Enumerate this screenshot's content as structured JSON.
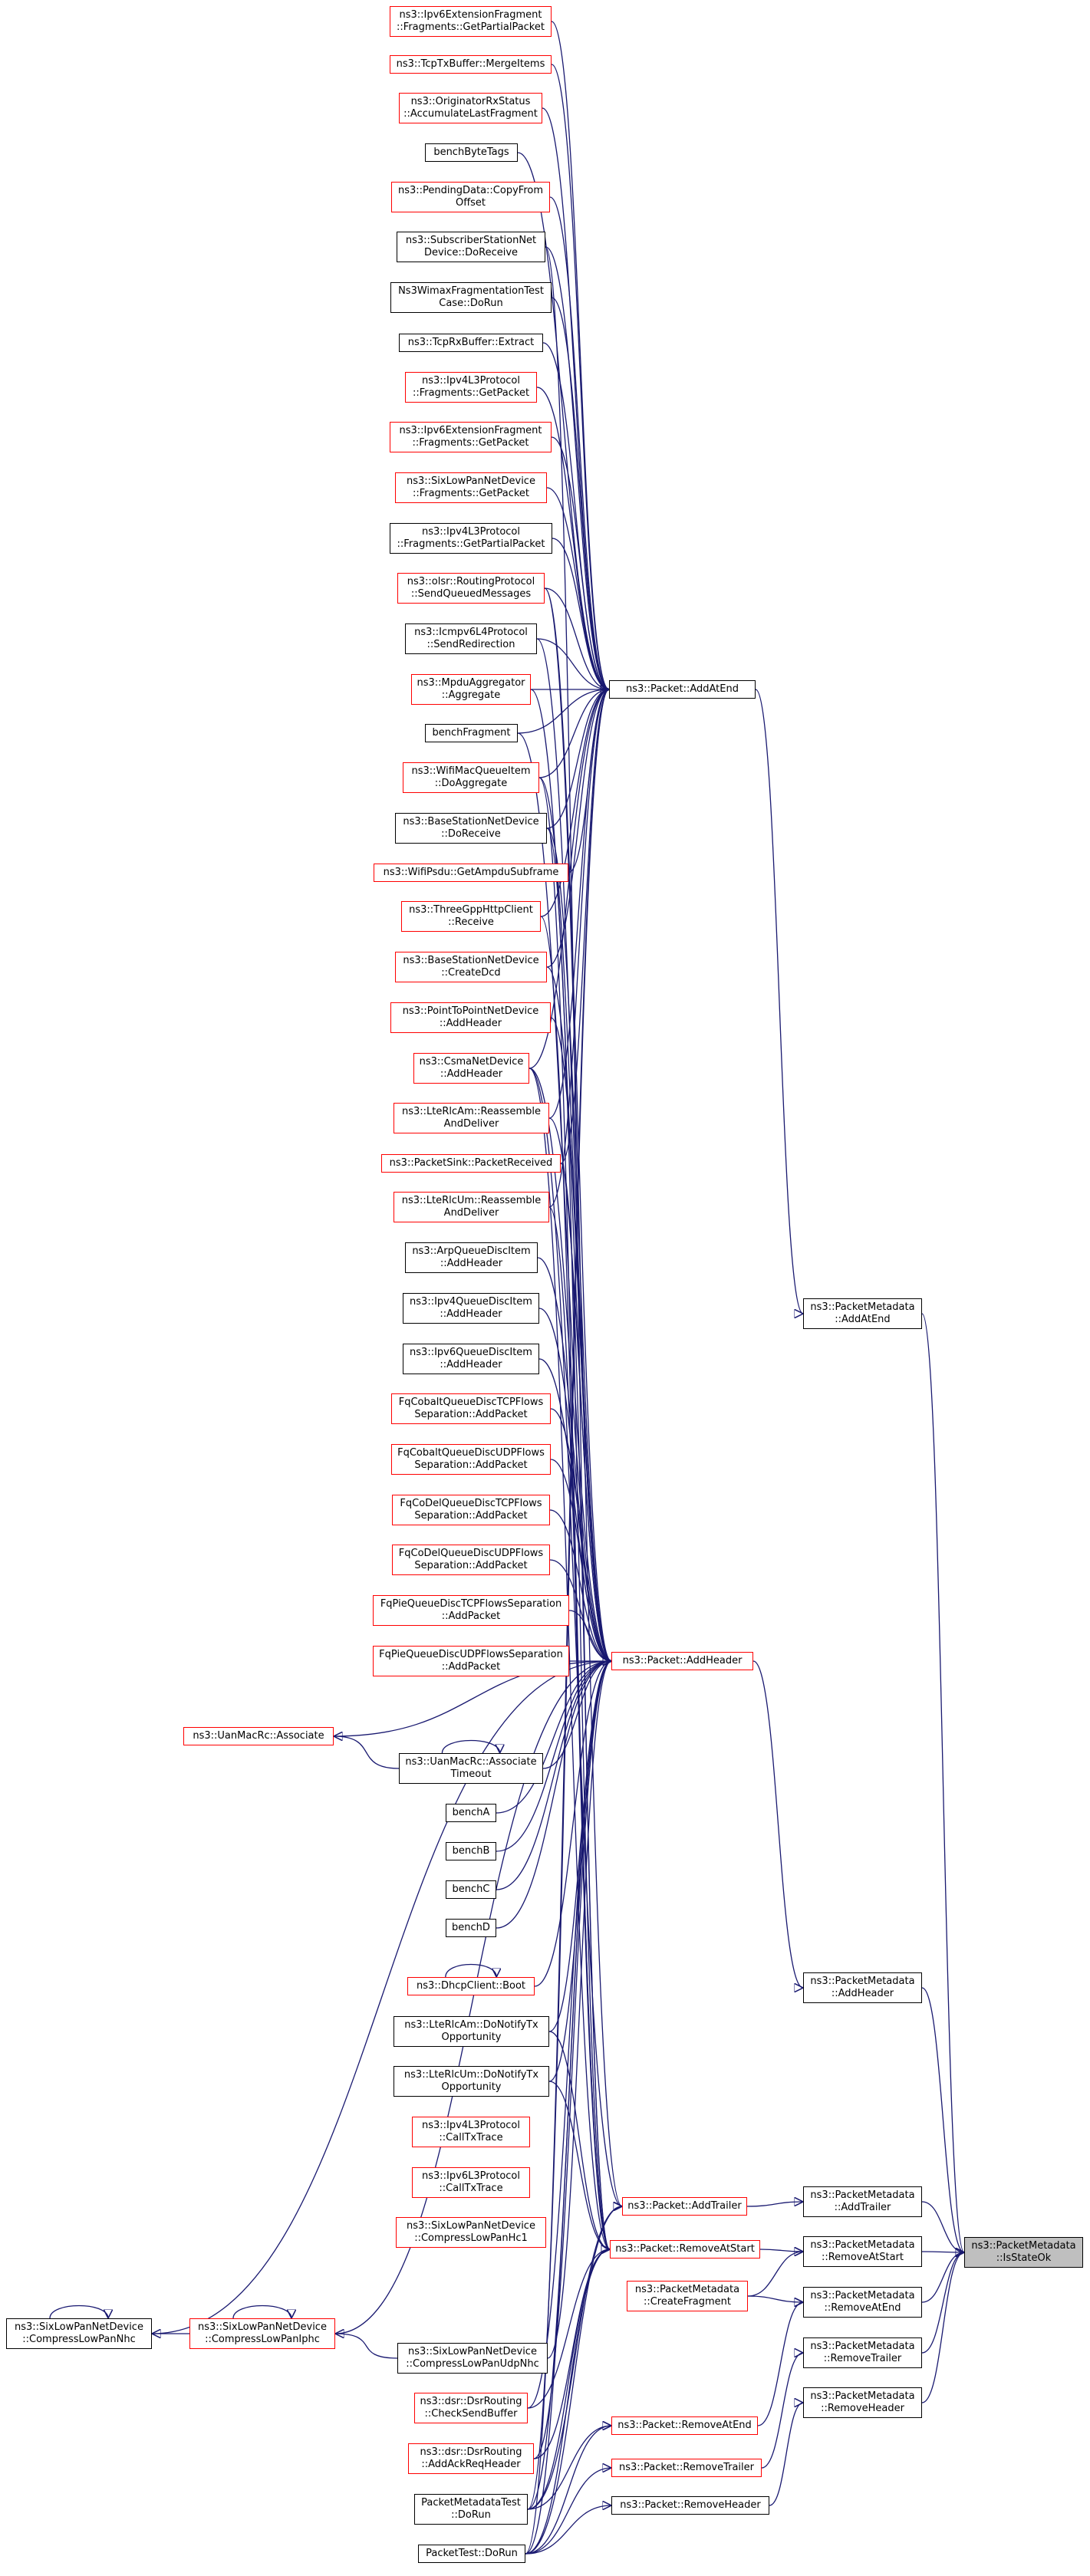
{
  "nodes": [
    {
      "id": "n0",
      "label": "ns3::Ipv6ExtensionFragment\n::Fragments::GetPartialPacket",
      "border": "red"
    },
    {
      "id": "n1",
      "label": "ns3::TcpTxBuffer::MergeItems",
      "border": "red"
    },
    {
      "id": "n2",
      "label": "ns3::OriginatorRxStatus\n::AccumulateLastFragment",
      "border": "red"
    },
    {
      "id": "n3",
      "label": "benchByteTags",
      "border": "black"
    },
    {
      "id": "n4",
      "label": "ns3::PendingData::CopyFrom\nOffset",
      "border": "red"
    },
    {
      "id": "n5",
      "label": "ns3::SubscriberStationNet\nDevice::DoReceive",
      "border": "black"
    },
    {
      "id": "n6",
      "label": "Ns3WimaxFragmentationTest\nCase::DoRun",
      "border": "black"
    },
    {
      "id": "n7",
      "label": "ns3::TcpRxBuffer::Extract",
      "border": "black"
    },
    {
      "id": "n8",
      "label": "ns3::Ipv4L3Protocol\n::Fragments::GetPacket",
      "border": "red"
    },
    {
      "id": "n9",
      "label": "ns3::Ipv6ExtensionFragment\n::Fragments::GetPacket",
      "border": "red"
    },
    {
      "id": "n10",
      "label": "ns3::SixLowPanNetDevice\n::Fragments::GetPacket",
      "border": "red"
    },
    {
      "id": "n11",
      "label": "ns3::Ipv4L3Protocol\n::Fragments::GetPartialPacket",
      "border": "black"
    },
    {
      "id": "n12",
      "label": "ns3::olsr::RoutingProtocol\n::SendQueuedMessages",
      "border": "red"
    },
    {
      "id": "n13",
      "label": "ns3::Icmpv6L4Protocol\n::SendRedirection",
      "border": "black"
    },
    {
      "id": "n14",
      "label": "ns3::MpduAggregator\n::Aggregate",
      "border": "red"
    },
    {
      "id": "n15",
      "label": "benchFragment",
      "border": "black"
    },
    {
      "id": "n16",
      "label": "ns3::WifiMacQueueItem\n::DoAggregate",
      "border": "red"
    },
    {
      "id": "n17",
      "label": "ns3::BaseStationNetDevice\n::DoReceive",
      "border": "black"
    },
    {
      "id": "n18",
      "label": "ns3::WifiPsdu::GetAmpduSubframe",
      "border": "red"
    },
    {
      "id": "n19",
      "label": "ns3::ThreeGppHttpClient\n::Receive",
      "border": "red"
    },
    {
      "id": "n20",
      "label": "ns3::BaseStationNetDevice\n::CreateDcd",
      "border": "red"
    },
    {
      "id": "n21",
      "label": "ns3::PointToPointNetDevice\n::AddHeader",
      "border": "red"
    },
    {
      "id": "n22",
      "label": "ns3::CsmaNetDevice\n::AddHeader",
      "border": "red"
    },
    {
      "id": "n23",
      "label": "ns3::LteRlcAm::Reassemble\nAndDeliver",
      "border": "red"
    },
    {
      "id": "n24",
      "label": "ns3::PacketSink::PacketReceived",
      "border": "red"
    },
    {
      "id": "n25",
      "label": "ns3::LteRlcUm::Reassemble\nAndDeliver",
      "border": "red"
    },
    {
      "id": "n26",
      "label": "ns3::ArpQueueDiscItem\n::AddHeader",
      "border": "black"
    },
    {
      "id": "n27",
      "label": "ns3::Ipv4QueueDiscItem\n::AddHeader",
      "border": "black"
    },
    {
      "id": "n28",
      "label": "ns3::Ipv6QueueDiscItem\n::AddHeader",
      "border": "black"
    },
    {
      "id": "n29",
      "label": "FqCobaltQueueDiscTCPFlows\nSeparation::AddPacket",
      "border": "red"
    },
    {
      "id": "n30",
      "label": "FqCobaltQueueDiscUDPFlows\nSeparation::AddPacket",
      "border": "red"
    },
    {
      "id": "n31",
      "label": "FqCoDelQueueDiscTCPFlows\nSeparation::AddPacket",
      "border": "red"
    },
    {
      "id": "n32",
      "label": "FqCoDelQueueDiscUDPFlows\nSeparation::AddPacket",
      "border": "red"
    },
    {
      "id": "n33",
      "label": "FqPieQueueDiscTCPFlowsSeparation\n::AddPacket",
      "border": "red"
    },
    {
      "id": "n34",
      "label": "FqPieQueueDiscUDPFlowsSeparation\n::AddPacket",
      "border": "red"
    },
    {
      "id": "n35",
      "label": "ns3::UanMacRc::Associate",
      "border": "red"
    },
    {
      "id": "n36",
      "label": "ns3::UanMacRc::Associate\nTimeout",
      "border": "black"
    },
    {
      "id": "n37",
      "label": "benchA",
      "border": "black"
    },
    {
      "id": "n38",
      "label": "benchB",
      "border": "black"
    },
    {
      "id": "n39",
      "label": "benchC",
      "border": "black"
    },
    {
      "id": "n40",
      "label": "benchD",
      "border": "black"
    },
    {
      "id": "n41",
      "label": "ns3::DhcpClient::Boot",
      "border": "red"
    },
    {
      "id": "n42",
      "label": "ns3::LteRlcAm::DoNotifyTx\nOpportunity",
      "border": "black"
    },
    {
      "id": "n43",
      "label": "ns3::LteRlcUm::DoNotifyTx\nOpportunity",
      "border": "black"
    },
    {
      "id": "n44",
      "label": "ns3::Ipv4L3Protocol\n::CallTxTrace",
      "border": "red"
    },
    {
      "id": "n45",
      "label": "ns3::Ipv6L3Protocol\n::CallTxTrace",
      "border": "red"
    },
    {
      "id": "n46",
      "label": "ns3::SixLowPanNetDevice\n::CompressLowPanHc1",
      "border": "red"
    },
    {
      "id": "n47",
      "label": "ns3::SixLowPanNetDevice\n::CompressLowPanNhc",
      "border": "black"
    },
    {
      "id": "n48",
      "label": "ns3::SixLowPanNetDevice\n::CompressLowPanIphc",
      "border": "red"
    },
    {
      "id": "n49",
      "label": "ns3::SixLowPanNetDevice\n::CompressLowPanUdpNhc",
      "border": "black"
    },
    {
      "id": "n50",
      "label": "ns3::dsr::DsrRouting\n::CheckSendBuffer",
      "border": "red"
    },
    {
      "id": "n51",
      "label": "ns3::dsr::DsrRouting\n::AddAckReqHeader",
      "border": "red"
    },
    {
      "id": "n52",
      "label": "PacketMetadataTest\n::DoRun",
      "border": "black"
    },
    {
      "id": "n53",
      "label": "PacketTest::DoRun",
      "border": "black"
    },
    {
      "id": "n54",
      "label": "ns3::Packet::AddAtEnd",
      "border": "black"
    },
    {
      "id": "n55",
      "label": "ns3::Packet::AddHeader",
      "border": "red"
    },
    {
      "id": "n56",
      "label": "ns3::Packet::AddTrailer",
      "border": "red"
    },
    {
      "id": "n57",
      "label": "ns3::Packet::RemoveAtStart",
      "border": "red"
    },
    {
      "id": "n58",
      "label": "ns3::PacketMetadata\n::CreateFragment",
      "border": "red"
    },
    {
      "id": "n59",
      "label": "ns3::Packet::RemoveAtEnd",
      "border": "red"
    },
    {
      "id": "n60",
      "label": "ns3::Packet::RemoveTrailer",
      "border": "red"
    },
    {
      "id": "n61",
      "label": "ns3::Packet::RemoveHeader",
      "border": "black"
    },
    {
      "id": "n62",
      "label": "ns3::PacketMetadata\n::AddAtEnd",
      "border": "black"
    },
    {
      "id": "n63",
      "label": "ns3::PacketMetadata\n::AddHeader",
      "border": "black"
    },
    {
      "id": "n64",
      "label": "ns3::PacketMetadata\n::AddTrailer",
      "border": "black"
    },
    {
      "id": "n65",
      "label": "ns3::PacketMetadata\n::RemoveAtStart",
      "border": "black"
    },
    {
      "id": "n66",
      "label": "ns3::PacketMetadata\n::RemoveAtEnd",
      "border": "black"
    },
    {
      "id": "n67",
      "label": "ns3::PacketMetadata\n::RemoveTrailer",
      "border": "black"
    },
    {
      "id": "n68",
      "label": "ns3::PacketMetadata\n::RemoveHeader",
      "border": "black"
    },
    {
      "id": "n69",
      "label": "ns3::PacketMetadata\n::IsStateOk",
      "border": "black",
      "fill": "gray"
    }
  ],
  "edges": [
    [
      "n0",
      "n54"
    ],
    [
      "n1",
      "n54"
    ],
    [
      "n2",
      "n54"
    ],
    [
      "n3",
      "n54"
    ],
    [
      "n4",
      "n54"
    ],
    [
      "n5",
      "n54"
    ],
    [
      "n6",
      "n54"
    ],
    [
      "n7",
      "n54"
    ],
    [
      "n8",
      "n54"
    ],
    [
      "n9",
      "n54"
    ],
    [
      "n10",
      "n54"
    ],
    [
      "n11",
      "n54"
    ],
    [
      "n12",
      "n54"
    ],
    [
      "n13",
      "n54"
    ],
    [
      "n14",
      "n54"
    ],
    [
      "n15",
      "n54"
    ],
    [
      "n16",
      "n54"
    ],
    [
      "n17",
      "n54"
    ],
    [
      "n18",
      "n54"
    ],
    [
      "n19",
      "n54"
    ],
    [
      "n20",
      "n54"
    ],
    [
      "n22",
      "n54"
    ],
    [
      "n23",
      "n54"
    ],
    [
      "n24",
      "n54"
    ],
    [
      "n25",
      "n54"
    ],
    [
      "n17",
      "n55"
    ],
    [
      "n20",
      "n55"
    ],
    [
      "n21",
      "n55"
    ],
    [
      "n22",
      "n55"
    ],
    [
      "n26",
      "n55"
    ],
    [
      "n27",
      "n55"
    ],
    [
      "n28",
      "n55"
    ],
    [
      "n29",
      "n55"
    ],
    [
      "n30",
      "n55"
    ],
    [
      "n31",
      "n55"
    ],
    [
      "n32",
      "n55"
    ],
    [
      "n33",
      "n55"
    ],
    [
      "n34",
      "n55"
    ],
    [
      "n35",
      "n55"
    ],
    [
      "n36",
      "n55"
    ],
    [
      "n37",
      "n55"
    ],
    [
      "n38",
      "n55"
    ],
    [
      "n39",
      "n55"
    ],
    [
      "n40",
      "n55"
    ],
    [
      "n41",
      "n55"
    ],
    [
      "n42",
      "n55"
    ],
    [
      "n43",
      "n55"
    ],
    [
      "n47",
      "n55"
    ],
    [
      "n48",
      "n55"
    ],
    [
      "n49",
      "n55"
    ],
    [
      "n50",
      "n55"
    ],
    [
      "n51",
      "n55"
    ],
    [
      "n52",
      "n55"
    ],
    [
      "n53",
      "n55"
    ],
    [
      "n12",
      "n55"
    ],
    [
      "n13",
      "n55"
    ],
    [
      "n14",
      "n55"
    ],
    [
      "n15",
      "n55"
    ],
    [
      "n16",
      "n55"
    ],
    [
      "n23",
      "n55"
    ],
    [
      "n36",
      "n35"
    ],
    [
      "n36",
      "n36"
    ],
    [
      "n41",
      "n41"
    ],
    [
      "n47",
      "n47"
    ],
    [
      "n48",
      "n48"
    ],
    [
      "n48",
      "n47"
    ],
    [
      "n49",
      "n48"
    ],
    [
      "n53",
      "n54"
    ],
    [
      "n52",
      "n54"
    ],
    [
      "n5",
      "n57"
    ],
    [
      "n42",
      "n57"
    ],
    [
      "n43",
      "n57"
    ],
    [
      "n50",
      "n57"
    ],
    [
      "n51",
      "n57"
    ],
    [
      "n52",
      "n57"
    ],
    [
      "n53",
      "n57"
    ],
    [
      "n17",
      "n57"
    ],
    [
      "n22",
      "n57"
    ],
    [
      "n25",
      "n57"
    ],
    [
      "n24",
      "n57"
    ],
    [
      "n19",
      "n57"
    ],
    [
      "n16",
      "n57"
    ],
    [
      "n53",
      "n56"
    ],
    [
      "n52",
      "n56"
    ],
    [
      "n22",
      "n56"
    ],
    [
      "n12",
      "n56"
    ],
    [
      "n53",
      "n59"
    ],
    [
      "n52",
      "n59"
    ],
    [
      "n53",
      "n60"
    ],
    [
      "n53",
      "n61"
    ],
    [
      "n54",
      "n62"
    ],
    [
      "n55",
      "n63"
    ],
    [
      "n56",
      "n64"
    ],
    [
      "n57",
      "n65"
    ],
    [
      "n58",
      "n65"
    ],
    [
      "n58",
      "n66"
    ],
    [
      "n59",
      "n66"
    ],
    [
      "n60",
      "n67"
    ],
    [
      "n61",
      "n68"
    ],
    [
      "n62",
      "n69"
    ],
    [
      "n63",
      "n69"
    ],
    [
      "n64",
      "n69"
    ],
    [
      "n65",
      "n69"
    ],
    [
      "n66",
      "n69"
    ],
    [
      "n67",
      "n69"
    ],
    [
      "n68",
      "n69"
    ]
  ]
}
